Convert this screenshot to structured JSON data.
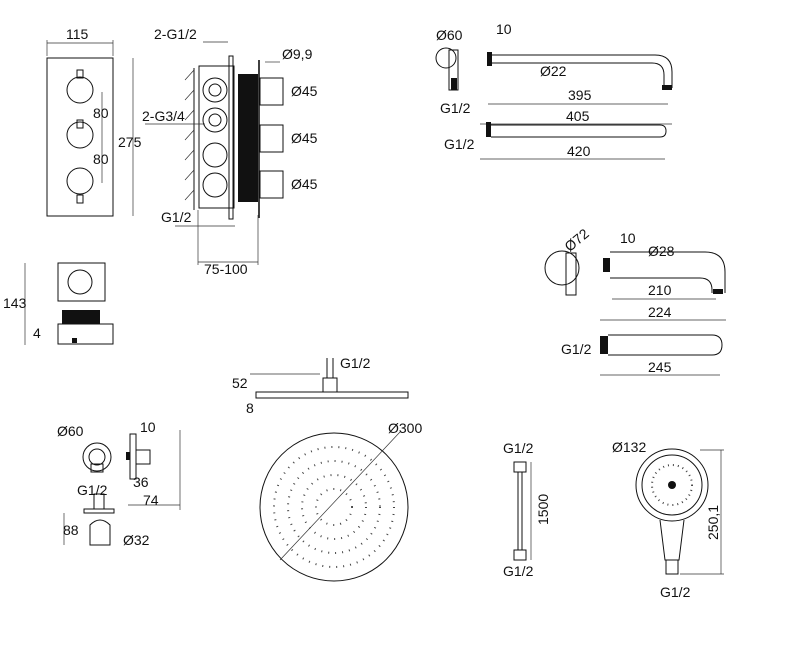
{
  "valve": {
    "width": "115",
    "inlets": "2-G1/2",
    "pin": "Ø9,9",
    "height": "275",
    "spacing1": "80",
    "spacing2": "80",
    "outlets": "2-G3/4",
    "knob1": "Ø45",
    "knob2": "Ø45",
    "knob3": "Ø45",
    "bottom": "G1/2",
    "depth": "75-100"
  },
  "box": {
    "height": "143",
    "offset": "4"
  },
  "arm": {
    "flange": "Ø60",
    "thick": "10",
    "tube": "Ø22",
    "thread": "G1/2",
    "len1": "395",
    "len2": "405",
    "thread2": "G1/2",
    "len3": "420"
  },
  "spout": {
    "flange": "Ø72",
    "thick": "10",
    "tube": "Ø28",
    "len1": "210",
    "len2": "224",
    "thread": "G1/2",
    "len3": "245"
  },
  "head": {
    "thread": "G1/2",
    "height": "52",
    "thick": "8",
    "dia": "Ø300"
  },
  "holder": {
    "flange": "Ø60",
    "thick": "10",
    "thread": "G1/2",
    "d36": "36",
    "d74": "74",
    "d88": "88",
    "dia": "Ø32"
  },
  "hose": {
    "top": "G1/2",
    "length": "1500",
    "bottom": "G1/2"
  },
  "hand": {
    "dia": "Ø132",
    "length": "250,1",
    "thread": "G1/2"
  }
}
